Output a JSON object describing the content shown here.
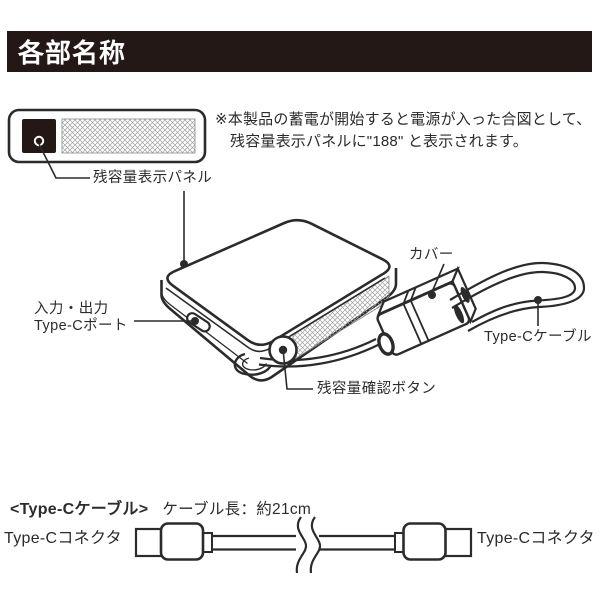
{
  "colors": {
    "paper": "#ffffff",
    "ink": "#2b2b2b",
    "header_bg": "#231815",
    "hatch": "#a0a0a0"
  },
  "header": {
    "title": "各部名称"
  },
  "note": {
    "line1": "※本製品の蓄電が開始すると電源が入った合図として、",
    "line2": "残容量表示パネルに\"188\" と表示されます。"
  },
  "diagram": {
    "labels": {
      "display_panel": "残容量表示パネル",
      "io_port_line1": "入力・出力",
      "io_port_line2": "Type-Cポート",
      "cover": "カバー",
      "cable": "Type-Cケーブル",
      "check_button": "残容量確認ボタン"
    }
  },
  "cable_section": {
    "heading": "<Type-Cケーブル>",
    "length_note": "ケーブル長：約21cm",
    "connector_left": "Type-Cコネクタ",
    "connector_right": "Type-Cコネクタ"
  }
}
